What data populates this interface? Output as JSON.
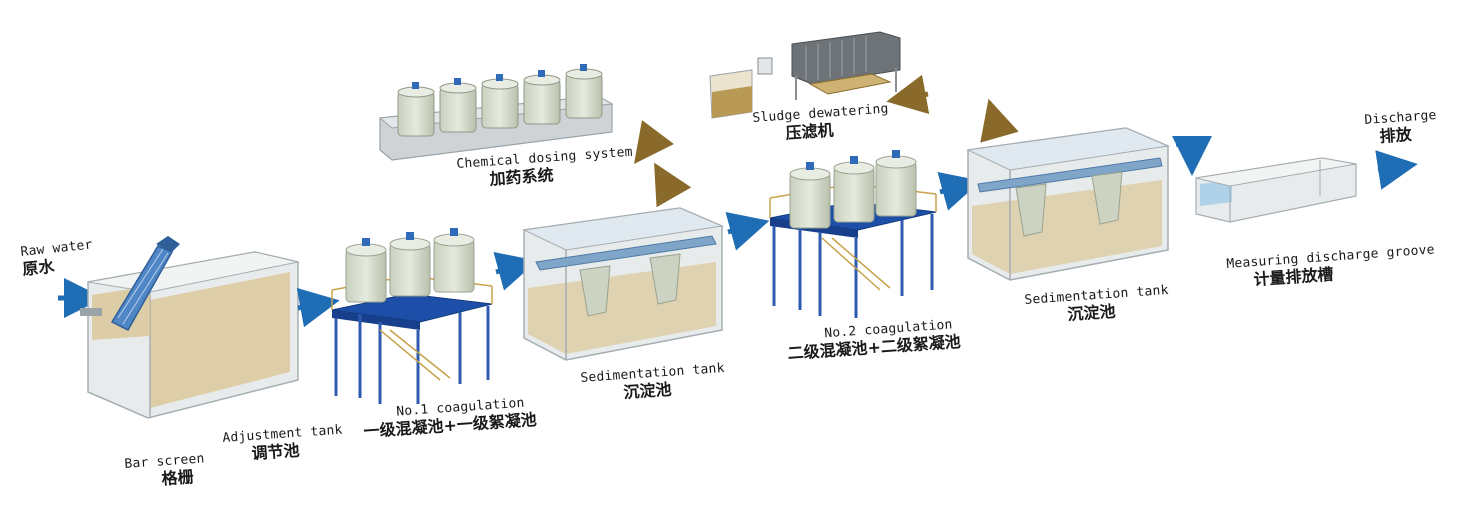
{
  "labels": {
    "raw_water": {
      "en": "Raw water",
      "zh": "原水"
    },
    "bar_screen": {
      "en": "Bar screen",
      "zh": "格栅"
    },
    "adjustment_tank": {
      "en": "Adjustment tank",
      "zh": "调节池"
    },
    "coagulation_1": {
      "en": "No.1 coagulation",
      "zh": "一级混凝池+一级絮凝池"
    },
    "sedimentation_1": {
      "en": "Sedimentation tank",
      "zh": "沉淀池"
    },
    "chemical_dosing": {
      "en": "Chemical dosing system",
      "zh": "加药系统"
    },
    "coagulation_2": {
      "en": "No.2 coagulation",
      "zh": "二级混凝池+二级絮凝池"
    },
    "sludge_dewatering": {
      "en": "Sludge dewatering",
      "zh": "压滤机"
    },
    "sedimentation_2": {
      "en": "Sedimentation tank",
      "zh": "沉淀池"
    },
    "measuring_groove": {
      "en": "Measuring discharge groove",
      "zh": "计量排放槽"
    },
    "discharge": {
      "en": "Discharge",
      "zh": "排放"
    }
  },
  "colors": {
    "water_arrow": "#1f6db5",
    "sludge_arrow": "#8a6a2a",
    "tank_glass": "#e6e9ea",
    "tank_edge": "#9aa3a8",
    "water_fill": "#d9c79a",
    "platform_blue": "#1e4fa8",
    "pipe_blue": "#7fa6c8",
    "vessel_fill": "#d6dccd"
  }
}
